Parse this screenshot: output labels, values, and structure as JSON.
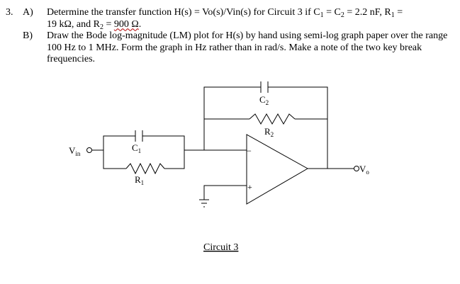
{
  "problem": {
    "number": "3.",
    "part_a": {
      "letter": "A)",
      "line1_text": "Determine the transfer function H(s) = Vo(s)/Vin(s) for Circuit 3 if C",
      "line1_c1_sub": "1",
      "line1_eq1": " = C",
      "line1_c2_sub": "2",
      "line1_eq2": " = 2.2 nF, R",
      "line1_r1_sub": "1",
      "line1_end": " =",
      "line2_text": "19 kΩ, and R",
      "line2_r2_sub": "2",
      "line2_eq": " = ",
      "line2_value": "900 Ω",
      "line2_end": "."
    },
    "part_b": {
      "letter": "B)",
      "text": "Draw the Bode log-magnitude (LM) plot for H(s) by hand using semi-log graph paper over the range 100 Hz to 1 MHz.  Form the graph in Hz rather than in rad/s.  Make a note of the two key break frequencies."
    }
  },
  "circuit": {
    "caption": "Circuit 3",
    "vin_label": "V",
    "vin_sub": "in",
    "vo_label": "V",
    "vo_sub": "o",
    "c1_label": "C",
    "c1_sub": "1",
    "r1_label": "R",
    "r1_sub": "1",
    "c2_label": "C",
    "c2_sub": "2",
    "r2_label": "R",
    "r2_sub": "2",
    "minus_label": "−",
    "plus_label": "+"
  }
}
